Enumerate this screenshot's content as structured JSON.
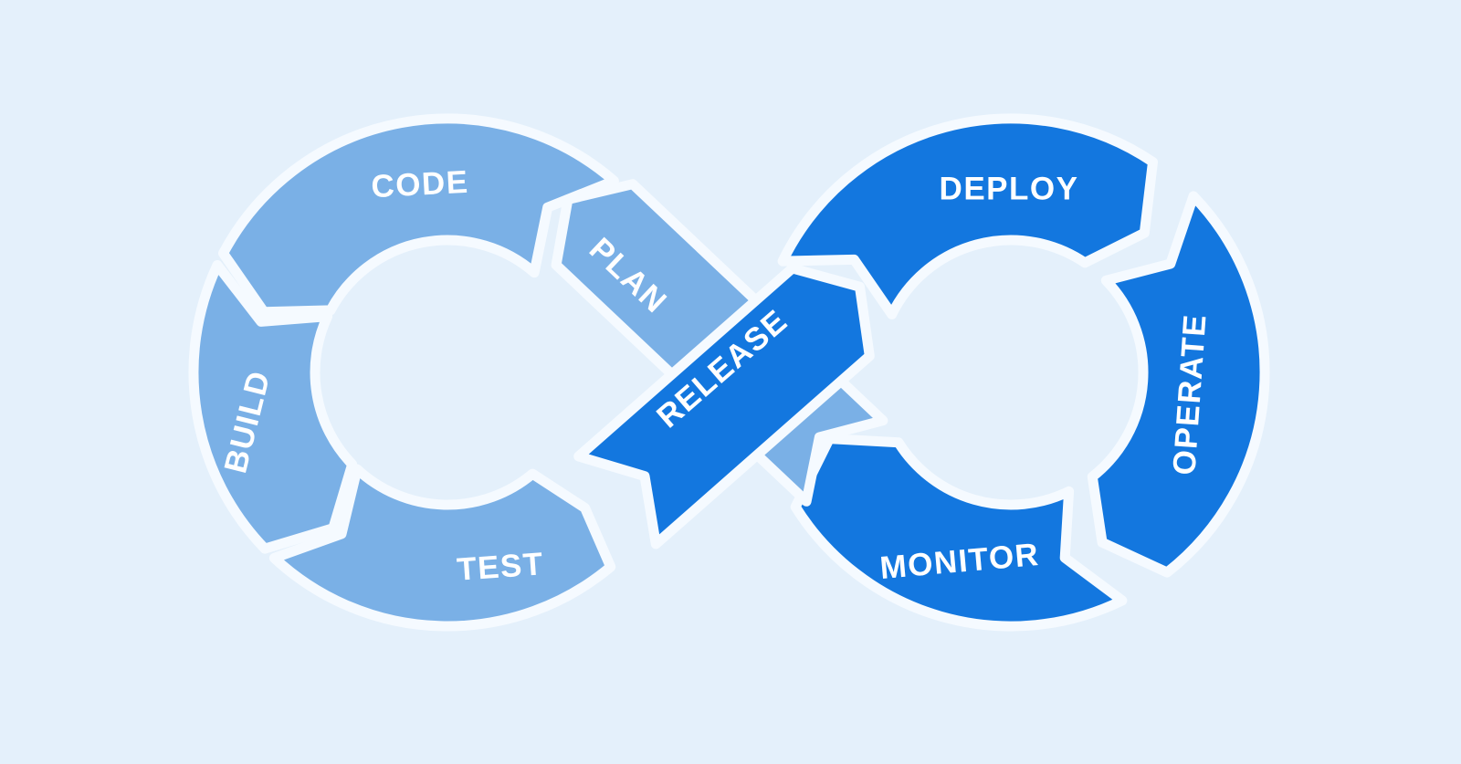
{
  "diagram": {
    "name": "devops-infinity-loop",
    "background_color": "#E4F0FB",
    "gap_color": "#F5FAFF",
    "text_color": "#FFFFFF",
    "left_loop_color": "#7AB0E6",
    "right_loop_color": "#1377DF",
    "segments": [
      {
        "id": "plan",
        "label": "PLAN",
        "loop": "left"
      },
      {
        "id": "code",
        "label": "CODE",
        "loop": "left"
      },
      {
        "id": "build",
        "label": "BUILD",
        "loop": "left"
      },
      {
        "id": "test",
        "label": "TEST",
        "loop": "left"
      },
      {
        "id": "release",
        "label": "RELEASE",
        "loop": "right"
      },
      {
        "id": "deploy",
        "label": "DEPLOY",
        "loop": "right"
      },
      {
        "id": "operate",
        "label": "OPERATE",
        "loop": "right"
      },
      {
        "id": "monitor",
        "label": "MONITOR",
        "loop": "right"
      }
    ]
  }
}
